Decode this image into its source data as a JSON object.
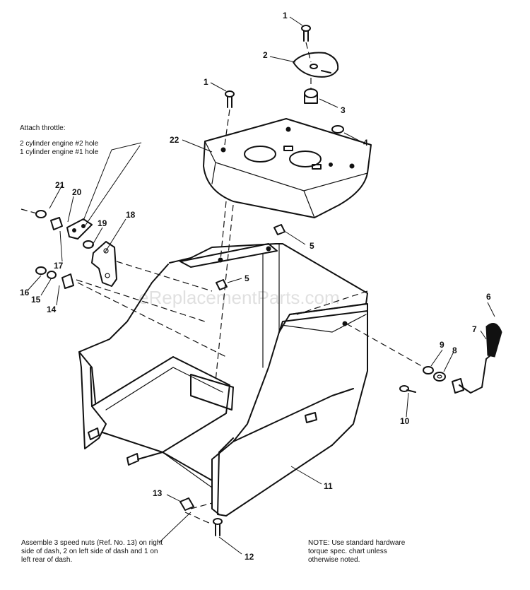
{
  "watermark": "eReplacementParts.com",
  "notes": {
    "attach_title": "Attach throttle:",
    "attach_line1": "2 cylinder engine #2 hole",
    "attach_line2": "1 cylinder engine #1 hole",
    "assemble_line1": "Assemble 3 speed nuts (Ref. No. 13) on right",
    "assemble_line2": "side of dash, 2 on left side of dash and 1 on",
    "assemble_line3": "left rear of dash.",
    "note_line1": "NOTE: Use standard hardware",
    "note_line2": "torque spec. chart unless",
    "note_line3": "otherwise noted."
  },
  "callouts": {
    "c1a": "1",
    "c1b": "1",
    "c2": "2",
    "c3": "3",
    "c4": "4",
    "c5a": "5",
    "c5b": "5",
    "c6": "6",
    "c7": "7",
    "c8": "8",
    "c9": "9",
    "c10": "10",
    "c11": "11",
    "c12": "12",
    "c13": "13",
    "c14": "14",
    "c15": "15",
    "c16": "16",
    "c17": "17",
    "c18": "18",
    "c19": "19",
    "c20": "20",
    "c21": "21",
    "c22": "22"
  }
}
